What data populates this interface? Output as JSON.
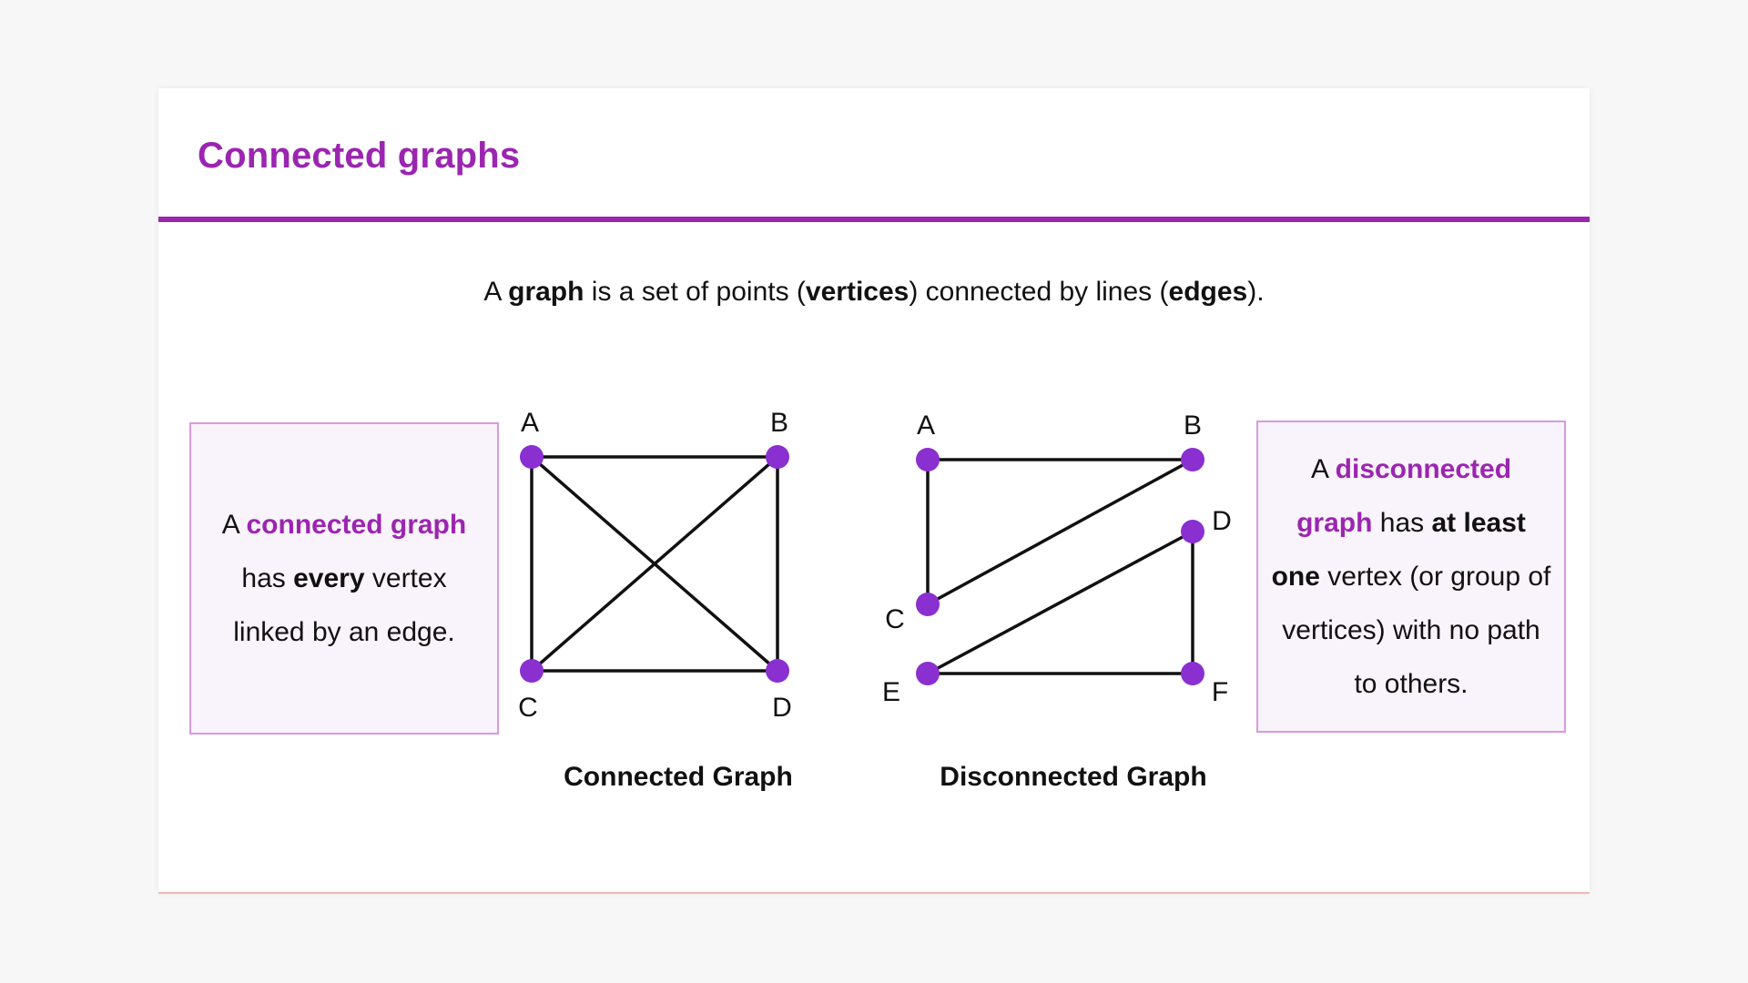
{
  "slide": {
    "title": "Connected graphs",
    "accent_color": "#9b25b0",
    "vertex_color": "#8a2fd0"
  },
  "intro": {
    "t1": "A ",
    "b1": "graph",
    "t2": " is a set of points (",
    "b2": "vertices",
    "t3": ") connected by lines (",
    "b3": "edges",
    "t4": ")."
  },
  "left_note": {
    "t1": "A ",
    "accent": "connected graph",
    "t2": " has ",
    "bold": "every",
    "t3": " vertex linked by an edge."
  },
  "right_note": {
    "t1": "A ",
    "accent": "disconnected graph",
    "t2": " has ",
    "bold": "at least one",
    "t3": " vertex (or group of vertices) with no path to others."
  },
  "connected_graph": {
    "caption": "Connected Graph",
    "vertices": [
      {
        "id": "A",
        "label": "A"
      },
      {
        "id": "B",
        "label": "B"
      },
      {
        "id": "C",
        "label": "C"
      },
      {
        "id": "D",
        "label": "D"
      }
    ],
    "edges": [
      [
        "A",
        "B"
      ],
      [
        "A",
        "C"
      ],
      [
        "B",
        "D"
      ],
      [
        "C",
        "D"
      ],
      [
        "A",
        "D"
      ],
      [
        "B",
        "C"
      ]
    ]
  },
  "disconnected_graph": {
    "caption": "Disconnected Graph",
    "vertices": [
      {
        "id": "A",
        "label": "A"
      },
      {
        "id": "B",
        "label": "B"
      },
      {
        "id": "C",
        "label": "C"
      },
      {
        "id": "D",
        "label": "D"
      },
      {
        "id": "E",
        "label": "E"
      },
      {
        "id": "F",
        "label": "F"
      }
    ],
    "edges": [
      [
        "A",
        "B"
      ],
      [
        "A",
        "C"
      ],
      [
        "C",
        "B"
      ],
      [
        "E",
        "D"
      ],
      [
        "D",
        "F"
      ],
      [
        "E",
        "F"
      ]
    ]
  }
}
